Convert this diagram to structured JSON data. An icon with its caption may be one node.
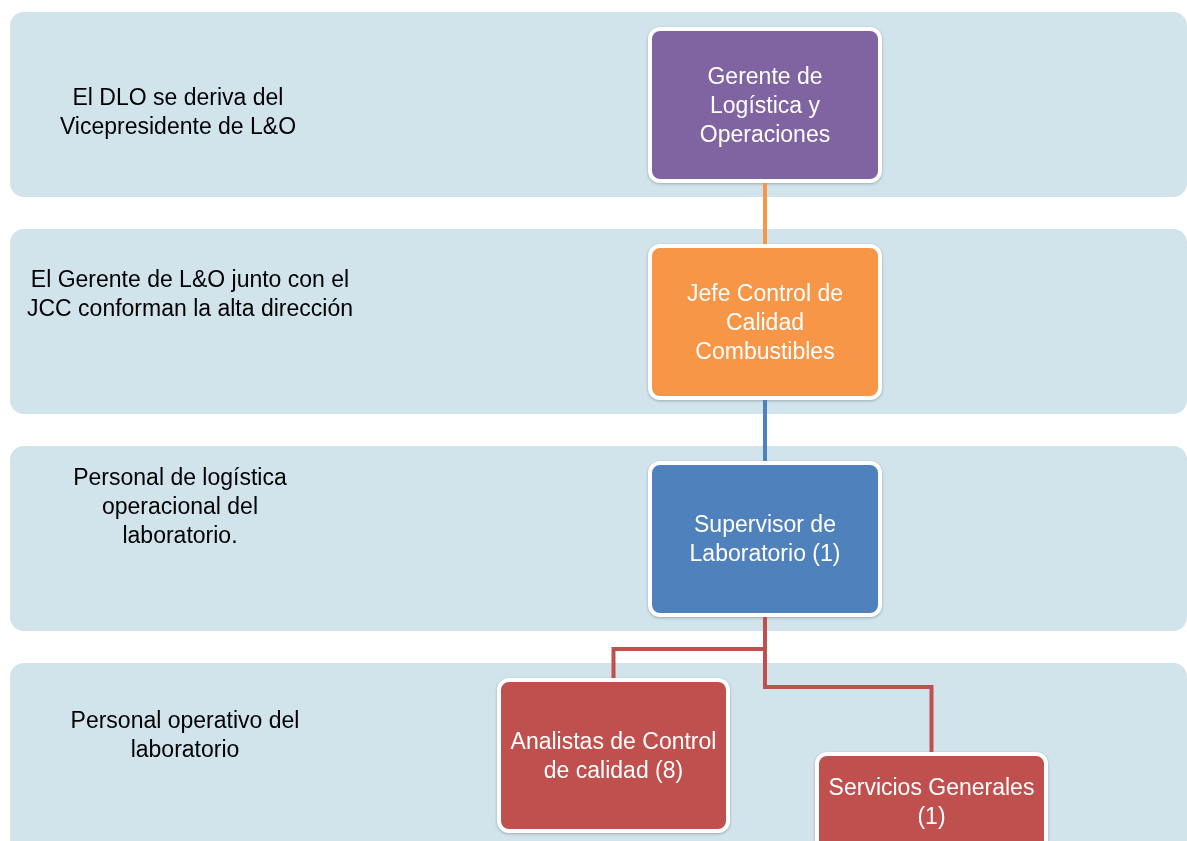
{
  "diagram": {
    "nodes": [
      {
        "text": [
          "El DLO se deriva del Vicepresidente de L&O"
        ]
      },
      {
        "text": [
          "Gerente de Logística y Operaciones"
        ],
        "in": 0
      },
      {
        "text": [
          "El Gerente de L&O junto con el JCC conforman la alta dirección"
        ]
      },
      {
        "text": [
          "Jefe Control de Calidad Combustibles"
        ],
        "in": 2
      },
      {
        "text": [
          "Personal de logística operacional del laboratorio."
        ]
      },
      {
        "text": [
          "Supervisor de Laboratorio (1)"
        ],
        "in": 4
      },
      {
        "text": [
          "Personal operativo del laboratorio"
        ]
      },
      {
        "text": [
          "Analistas de Control de calidad (8)"
        ],
        "in": 6
      },
      {
        "text": [
          "Servicios Generales (1)"
        ],
        "in": 6
      }
    ],
    "edges": [
      {
        "from": 1,
        "to": 3,
        "arrow": "none",
        "color": "#f79646"
      },
      {
        "from": 3,
        "to": 5,
        "arrow": "none",
        "color": "#4f81bd"
      },
      {
        "from": 5,
        "to": 7,
        "arrow": "none"
      },
      {
        "from": 5,
        "to": 8,
        "arrow": "none"
      }
    ]
  }
}
